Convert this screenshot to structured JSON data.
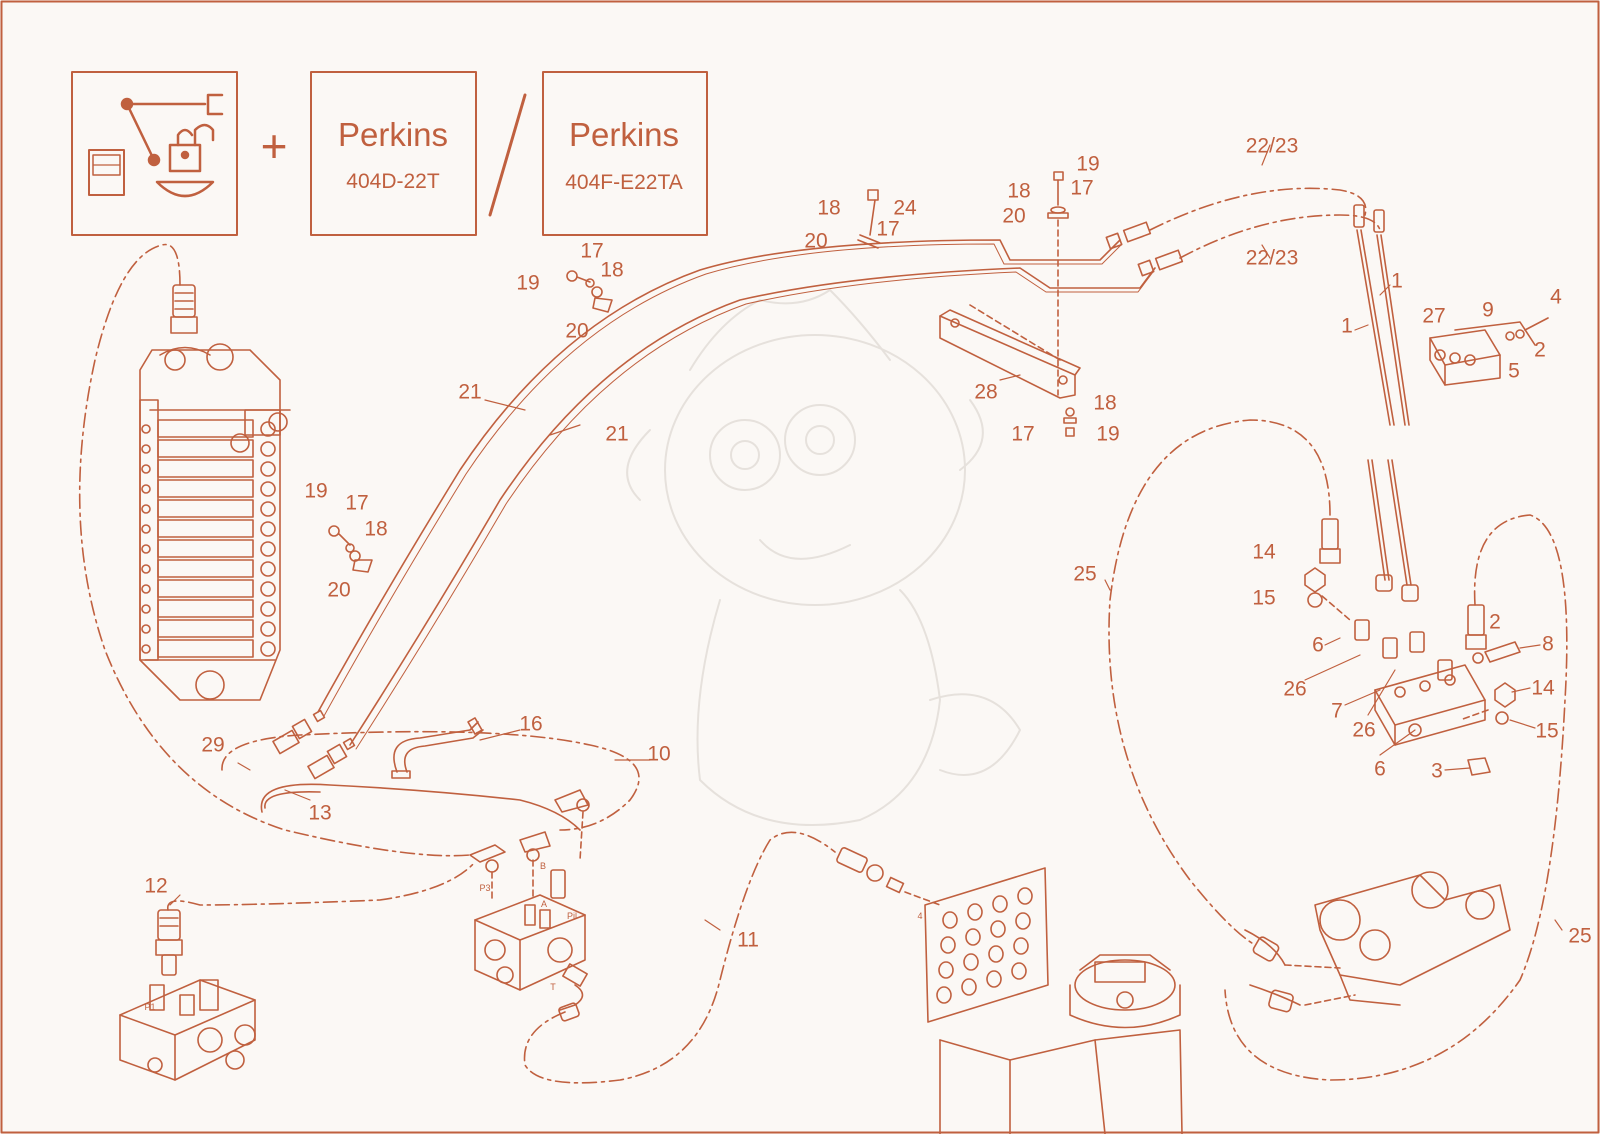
{
  "header": {
    "plus": "+",
    "brand_a": "Perkins",
    "model_a": "404D-22T",
    "brand_b": "Perkins",
    "model_b": "404F-E22TA"
  },
  "callouts": [
    {
      "id": "c1a",
      "text": "1"
    },
    {
      "id": "c1b",
      "text": "1"
    },
    {
      "id": "c2a",
      "text": "2"
    },
    {
      "id": "c2b",
      "text": "2"
    },
    {
      "id": "c3",
      "text": "3"
    },
    {
      "id": "c4",
      "text": "4"
    },
    {
      "id": "c5",
      "text": "5"
    },
    {
      "id": "c6a",
      "text": "6"
    },
    {
      "id": "c6b",
      "text": "6"
    },
    {
      "id": "c7",
      "text": "7"
    },
    {
      "id": "c8",
      "text": "8"
    },
    {
      "id": "c9",
      "text": "9"
    },
    {
      "id": "c10",
      "text": "10"
    },
    {
      "id": "c11",
      "text": "11"
    },
    {
      "id": "c12",
      "text": "12"
    },
    {
      "id": "c13",
      "text": "13"
    },
    {
      "id": "c14a",
      "text": "14"
    },
    {
      "id": "c14b",
      "text": "14"
    },
    {
      "id": "c15a",
      "text": "15"
    },
    {
      "id": "c15b",
      "text": "15"
    },
    {
      "id": "c16",
      "text": "16"
    },
    {
      "id": "c17a",
      "text": "17"
    },
    {
      "id": "c17b",
      "text": "17"
    },
    {
      "id": "c17c",
      "text": "17"
    },
    {
      "id": "c17d",
      "text": "17"
    },
    {
      "id": "c17e",
      "text": "17"
    },
    {
      "id": "c18a",
      "text": "18"
    },
    {
      "id": "c18b",
      "text": "18"
    },
    {
      "id": "c18c",
      "text": "18"
    },
    {
      "id": "c18d",
      "text": "18"
    },
    {
      "id": "c18e",
      "text": "18"
    },
    {
      "id": "c19a",
      "text": "19"
    },
    {
      "id": "c19b",
      "text": "19"
    },
    {
      "id": "c19c",
      "text": "19"
    },
    {
      "id": "c19d",
      "text": "19"
    },
    {
      "id": "c20a",
      "text": "20"
    },
    {
      "id": "c20b",
      "text": "20"
    },
    {
      "id": "c20c",
      "text": "20"
    },
    {
      "id": "c20d",
      "text": "20"
    },
    {
      "id": "c21a",
      "text": "21"
    },
    {
      "id": "c21b",
      "text": "21"
    },
    {
      "id": "c22a",
      "text": "22/23"
    },
    {
      "id": "c22b",
      "text": "22/23"
    },
    {
      "id": "c24",
      "text": "24"
    },
    {
      "id": "c25a",
      "text": "25"
    },
    {
      "id": "c25b",
      "text": "25"
    },
    {
      "id": "c26a",
      "text": "26"
    },
    {
      "id": "c26b",
      "text": "26"
    },
    {
      "id": "c27",
      "text": "27"
    },
    {
      "id": "c28",
      "text": "28"
    },
    {
      "id": "c29",
      "text": "29"
    }
  ],
  "port_labels": [
    "P3",
    "B",
    "A",
    "Pil",
    "T",
    "P1",
    "4"
  ],
  "colors": {
    "line": "#c0603f",
    "bg": "#fbf8f5",
    "watermark": "#e6e1dc"
  }
}
